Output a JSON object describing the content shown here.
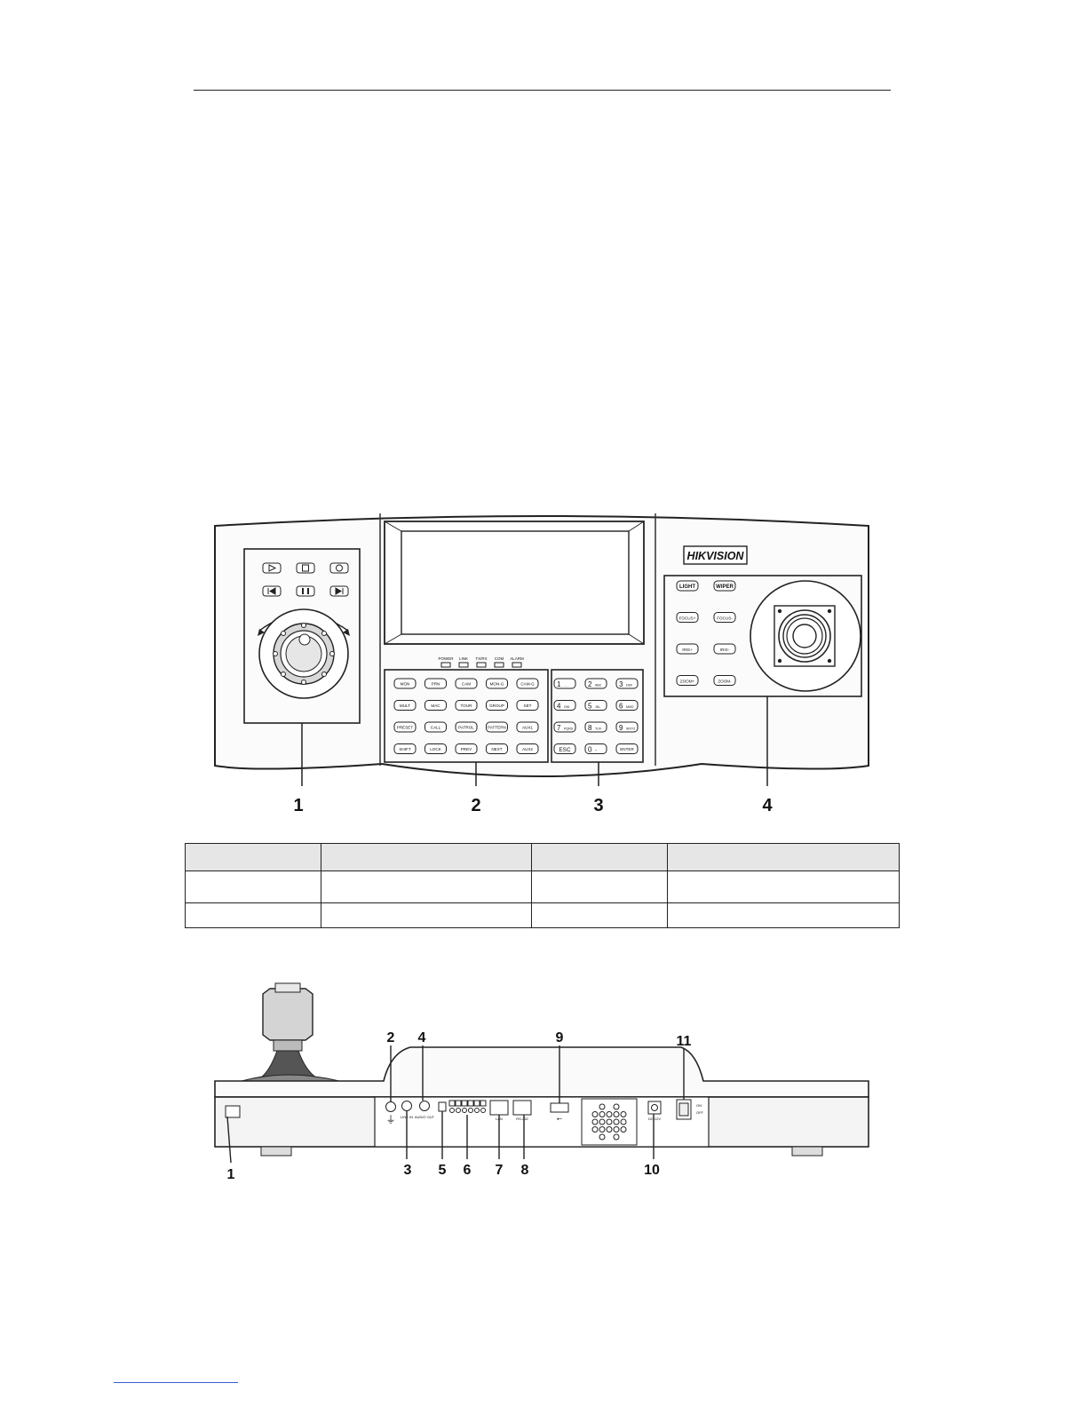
{
  "front_panel": {
    "callouts": [
      "1",
      "2",
      "3",
      "4"
    ],
    "brand": "HIKVISION",
    "indicators": [
      "POWER",
      "LINK",
      "TX/RX",
      "COM",
      "ALARM"
    ],
    "function_keys": [
      [
        "MON",
        "PRN",
        "CAM",
        "MON-G",
        "CAM-G"
      ],
      [
        "MULT",
        "MAC",
        "TOUR",
        "GROUP",
        "SET"
      ],
      [
        "PRESET",
        "CALL",
        "PATROL",
        "PATTERN",
        "AUX1"
      ],
      [
        "SHIFT",
        "LOCK",
        "PREV",
        "NEXT",
        "AUX2"
      ]
    ],
    "numeric_keys": [
      [
        {
          "main": "1",
          "sub": ". ,"
        },
        {
          "main": "2",
          "sub": "ABC"
        },
        {
          "main": "3",
          "sub": "DEF"
        }
      ],
      [
        {
          "main": "4",
          "sub": "GHI"
        },
        {
          "main": "5",
          "sub": "JKL"
        },
        {
          "main": "6",
          "sub": "MNO"
        }
      ],
      [
        {
          "main": "7",
          "sub": "PQRS"
        },
        {
          "main": "8",
          "sub": "TUV"
        },
        {
          "main": "9",
          "sub": "WXYZ"
        }
      ],
      [
        {
          "main": "ESC",
          "sub": ""
        },
        {
          "main": "0",
          "sub": "+"
        },
        {
          "main": "ENTER",
          "sub": ""
        }
      ]
    ],
    "ptz_keys": [
      [
        "LIGHT",
        "WIPER"
      ],
      [
        "FOCUS+",
        "FOCUS-"
      ],
      [
        "IRIS+",
        "IRIS-"
      ],
      [
        "ZOOM+",
        "ZOOM-"
      ]
    ]
  },
  "spec_table": {
    "rows": [
      [
        "",
        "",
        "",
        ""
      ],
      [
        "",
        "",
        "",
        ""
      ],
      [
        "",
        "",
        "",
        ""
      ]
    ]
  },
  "rear_panel": {
    "callouts_top": [
      "2",
      "4",
      "9",
      "11"
    ],
    "callouts_bottom": [
      "1",
      "3",
      "5",
      "6",
      "7",
      "8",
      "10"
    ],
    "port_labels": [
      "LINE IN",
      "AUDIO OUT",
      "LAN",
      "RS-232",
      "DC 12V",
      "ON",
      "OFF"
    ]
  }
}
